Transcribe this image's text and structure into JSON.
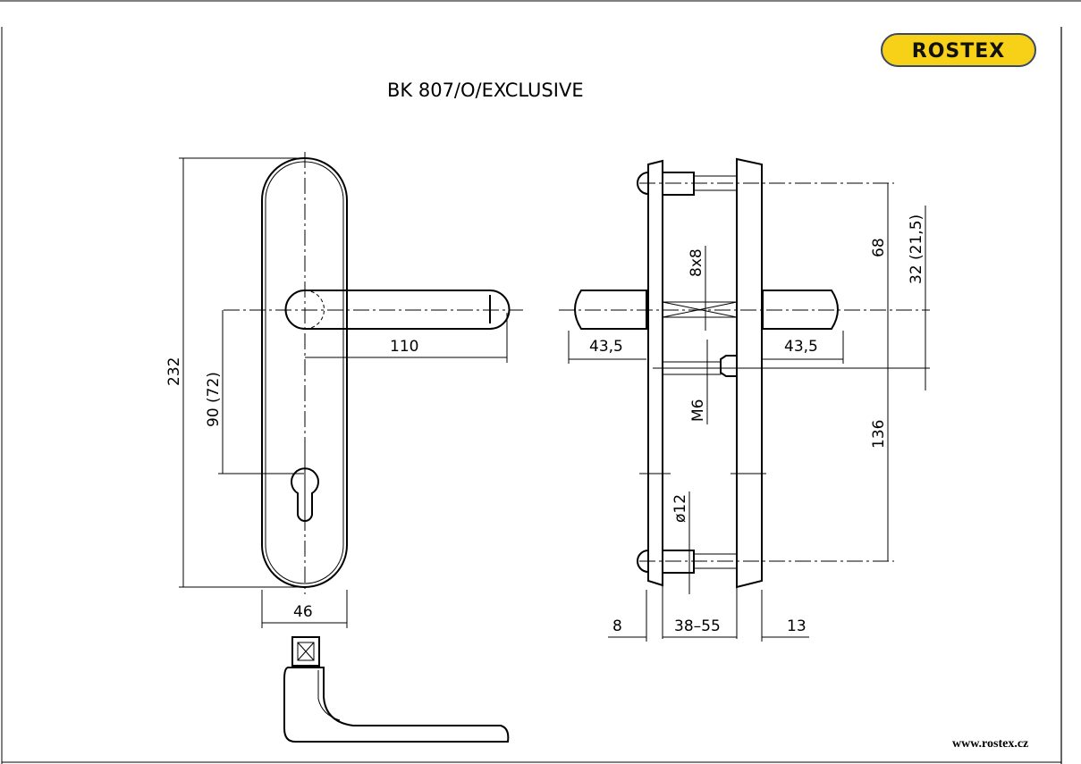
{
  "title": "BK 807/O/EXCLUSIVE",
  "logo": {
    "text": "ROSTEX",
    "color": "#f7d117"
  },
  "website": "www.rostex.cz",
  "front_view": {
    "height_dim": "232",
    "spacing_dim": "90 (72)",
    "lever_length_dim": "110",
    "width_dim": "46"
  },
  "side_view": {
    "lever_left_dim": "43,5",
    "lever_right_dim": "43,5",
    "spindle_dim": "8x8",
    "screw_dim": "M6",
    "pin_dim": "ø12",
    "top_dim": "68",
    "bottom_dim": "136",
    "offset_dim": "32 (21,5)",
    "plate_dim": "8",
    "door_dim": "38–55",
    "plate2_dim": "13"
  }
}
